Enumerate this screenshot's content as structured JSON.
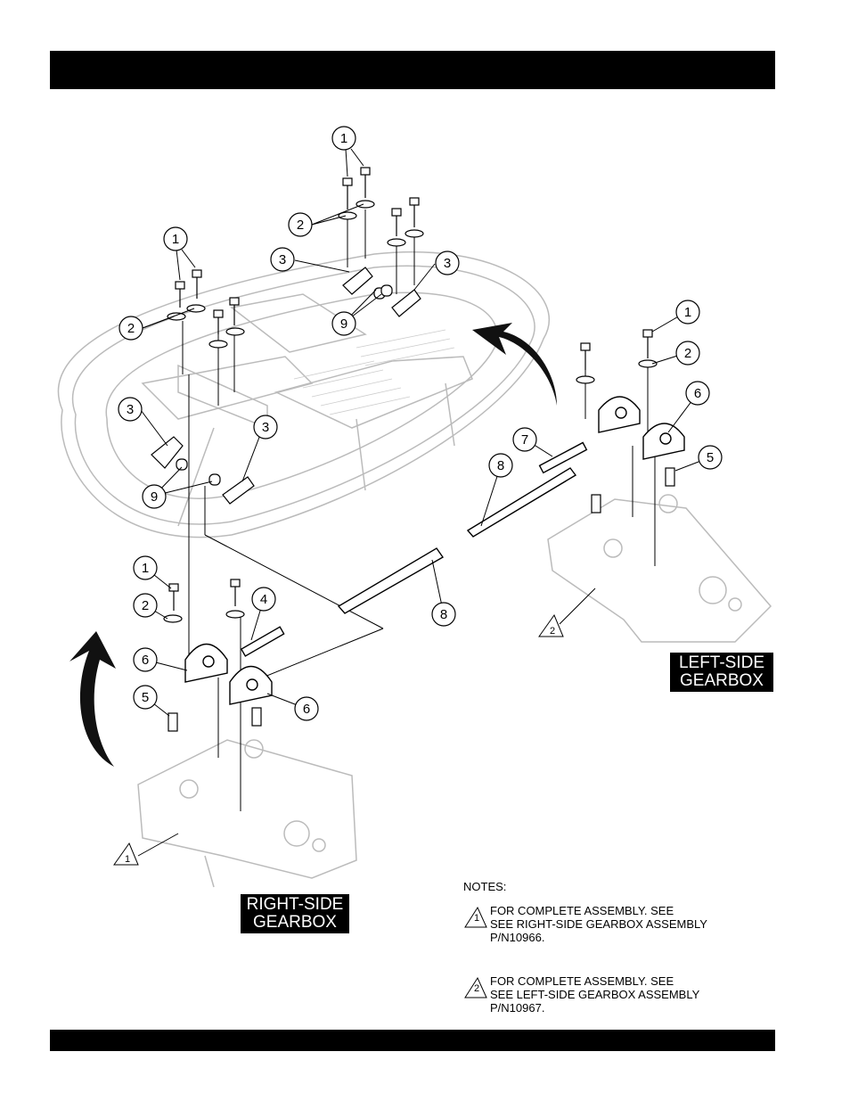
{
  "callouts": {
    "c1": "1",
    "c2": "2",
    "c3": "3",
    "c4": "4",
    "c5": "5",
    "c6": "6",
    "c7": "7",
    "c8": "8",
    "c9": "9"
  },
  "labels": {
    "left_gearbox": [
      "LEFT-SIDE",
      "GEARBOX"
    ],
    "right_gearbox": [
      "RIGHT-SIDE",
      "GEARBOX"
    ]
  },
  "notes": {
    "heading": "NOTES:",
    "items": [
      {
        "marker": "1",
        "lines": [
          "FOR COMPLETE ASSEMBLY. SEE",
          "SEE RIGHT-SIDE GEARBOX ASSEMBLY",
          "P/N10966."
        ]
      },
      {
        "marker": "2",
        "lines": [
          "FOR COMPLETE ASSEMBLY. SEE",
          "SEE LEFT-SIDE GEARBOX ASSEMBLY",
          "P/N10967."
        ]
      }
    ]
  },
  "diagram_markers": {
    "right_ref": "1",
    "left_ref": "2"
  }
}
